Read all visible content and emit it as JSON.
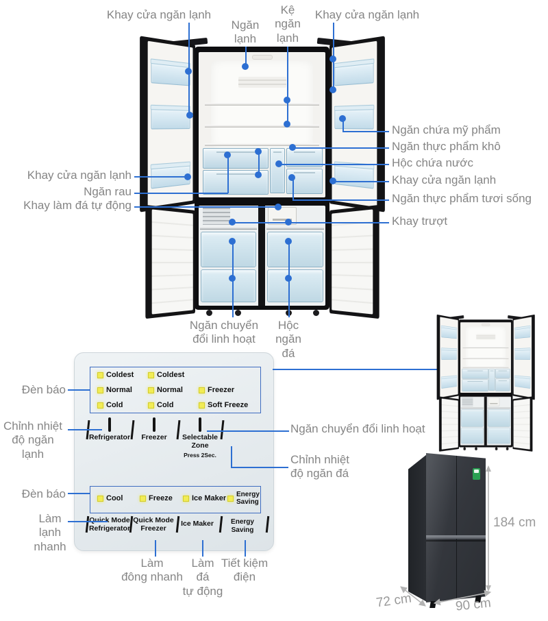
{
  "colors": {
    "accent_blue": "#2d6fd2",
    "led_yellow": "#f1ec55",
    "label_gray": "#858585",
    "panel_box_blue": "#3e6cc0",
    "energy_sticker_green": "#2aa052"
  },
  "fridge_callouts": {
    "top_left_tray": "Khay cửa ngăn lạnh",
    "cool_zone": "Ngăn\nlạnh",
    "shelf": "Kệ\nngăn\nlạnh",
    "top_right_tray": "Khay cửa ngăn lạnh",
    "right": {
      "cosmetic": "Ngăn chứa mỹ phẩm",
      "dry_food": "Ngăn thực phẩm khô",
      "water_box": "Hộc chứa nước",
      "door_tray": "Khay cửa ngăn lạnh",
      "fresh_food": "Ngăn thực phẩm tươi sống",
      "slide_tray": "Khay trượt"
    },
    "left": {
      "door_tray": "Khay cửa ngăn lạnh",
      "veg_box": "Ngăn rau",
      "ice_tray": "Khay làm đá tự động"
    },
    "flex_zone": "Ngăn chuyển\nđổi linh hoạt",
    "ice_box": "Hộc\nngăn\nđá"
  },
  "panel": {
    "ind_fridge": [
      "Coldest",
      "Normal",
      "Cold"
    ],
    "ind_selectable": [
      "Coldest",
      "Normal",
      "Cold"
    ],
    "ind_freezer": [
      "Freezer",
      "Soft Freeze"
    ],
    "btn_refrigerator": "Refrigerator",
    "btn_freezer": "Freezer",
    "btn_selectable": "Selectable Zone",
    "btn_selectable_sub": "Press 2Sec.",
    "mode_leds": [
      "Cool",
      "Freeze",
      "Ice Maker",
      "Energy\nSaving"
    ],
    "mode_buttons": [
      "Quick Mode\nRefrigerator",
      "Quick Mode\nFreezer",
      "Ice Maker",
      "Energy Saving"
    ],
    "callouts": {
      "indicator_top": "Đèn báo",
      "fridge_temp": "Chỉnh nhiệt\nđộ ngăn\nlạnh",
      "selectable_zone": "Ngăn chuyển đổi linh hoạt",
      "freezer_temp": "Chỉnh nhiệt\nđộ ngăn đá",
      "indicator_bottom": "Đèn báo",
      "quick_cool": "Làm\nlạnh\nnhanh",
      "quick_freeze": "Làm\nđông nhanh",
      "auto_ice": "Làm\nđá\ntự động",
      "energy_saving": "Tiết kiệm\nđiện"
    }
  },
  "dimensions": {
    "height": "184 cm",
    "width": "90 cm",
    "depth": "72 cm"
  }
}
